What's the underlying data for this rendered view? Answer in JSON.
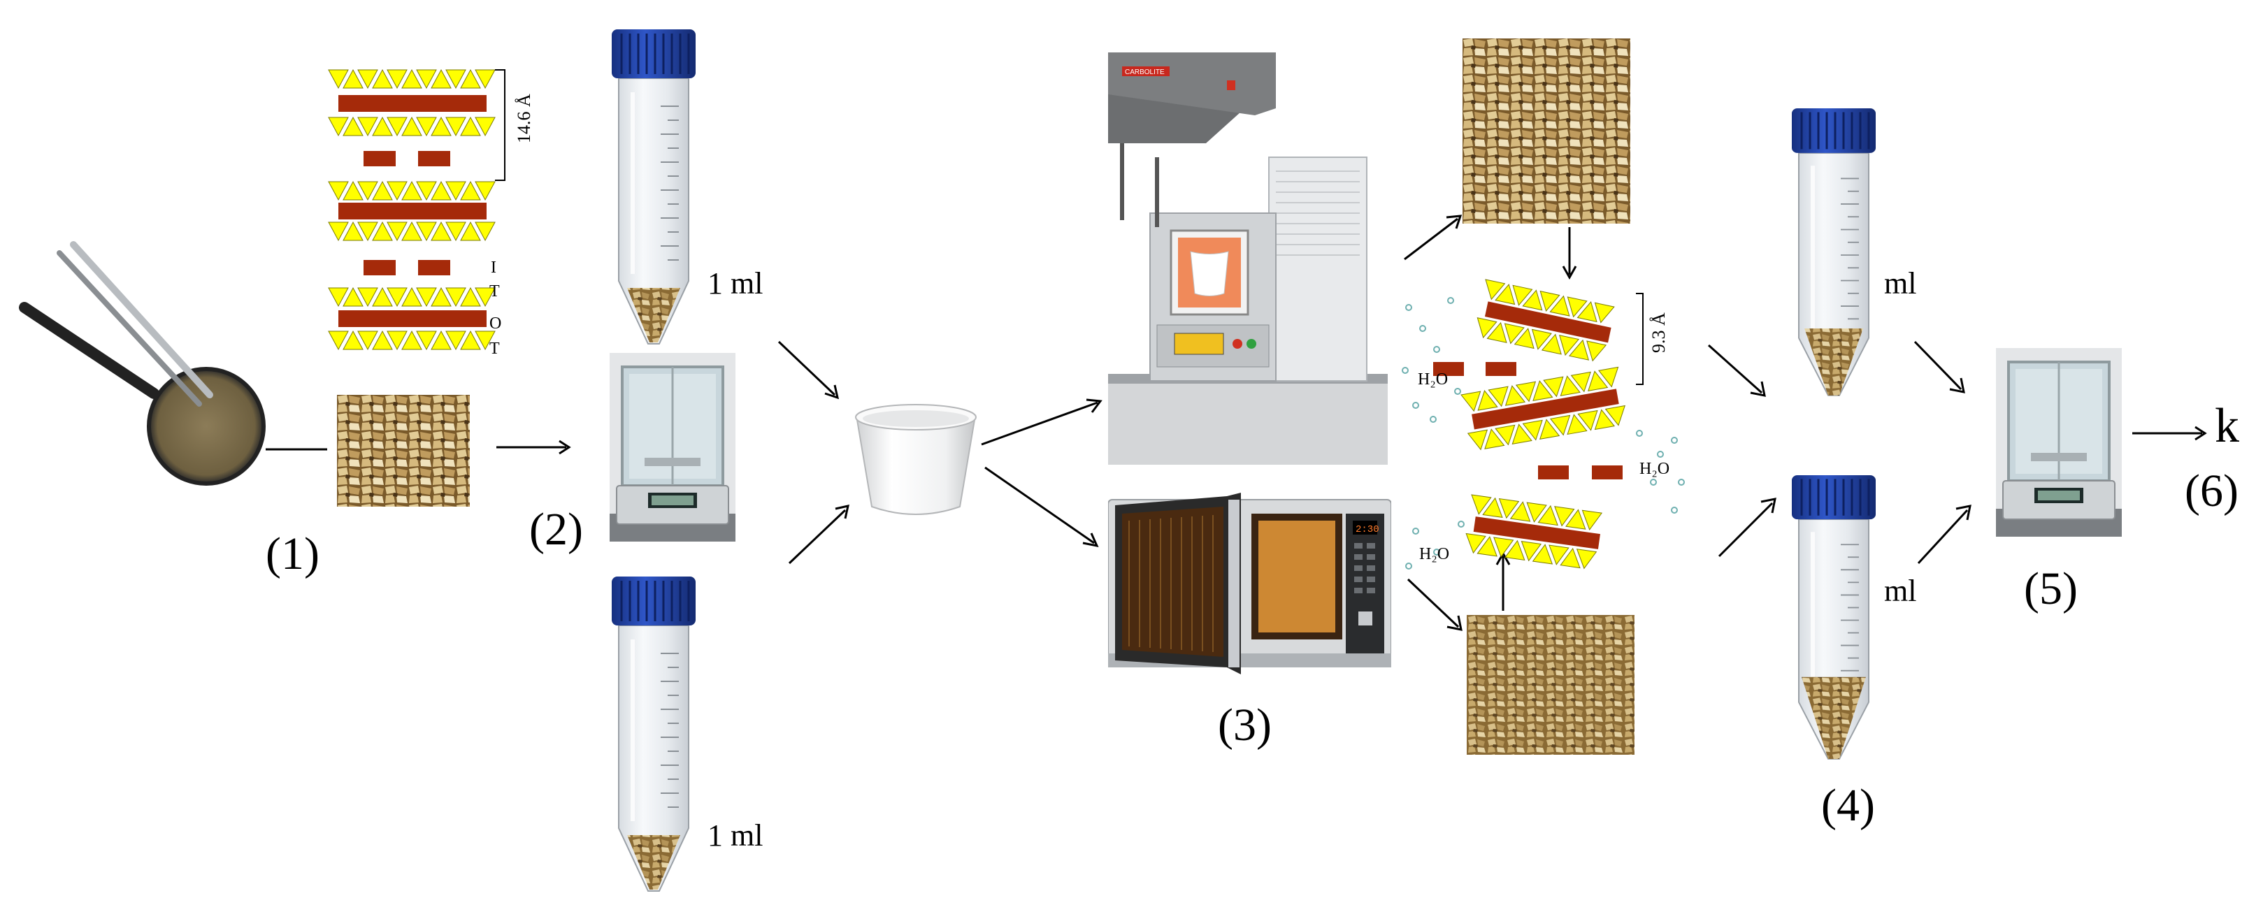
{
  "steps": {
    "s1": "(1)",
    "s2": "(2)",
    "s3": "(3)",
    "s4": "(4)",
    "s5": "(5)",
    "s6": "(6)"
  },
  "volumes": {
    "tube_top": "1 ml",
    "tube_bottom": "1 ml",
    "tube_after_top": "ml",
    "tube_after_bottom": "ml"
  },
  "structure_raw": {
    "spacing": "14.6 Å",
    "layer_I": "I",
    "layer_T1": "T",
    "layer_O": "O",
    "layer_T2": "T"
  },
  "structure_expanded": {
    "spacing": "9.3 Å",
    "water_1": "H₂O",
    "water_2": "H₂O",
    "water_3": "H₂O"
  },
  "result_symbol": "k",
  "furnace_brand": "CARBOLITE",
  "microwave_display": "2:30",
  "colors": {
    "tetrahedron": "#ffff00",
    "octahedral": "#a52a0a",
    "cap_blue": "#1e3fa0",
    "vermiculite": "#a8884a",
    "microwave_glow": "#e89a3a"
  },
  "icons": [
    "tweezers-magnifier-icon",
    "vermiculite-pile-icon",
    "centrifuge-tube-icon",
    "analytical-balance-icon",
    "crucible-icon",
    "muffle-furnace-icon",
    "microwave-oven-icon",
    "arrow-icon"
  ]
}
